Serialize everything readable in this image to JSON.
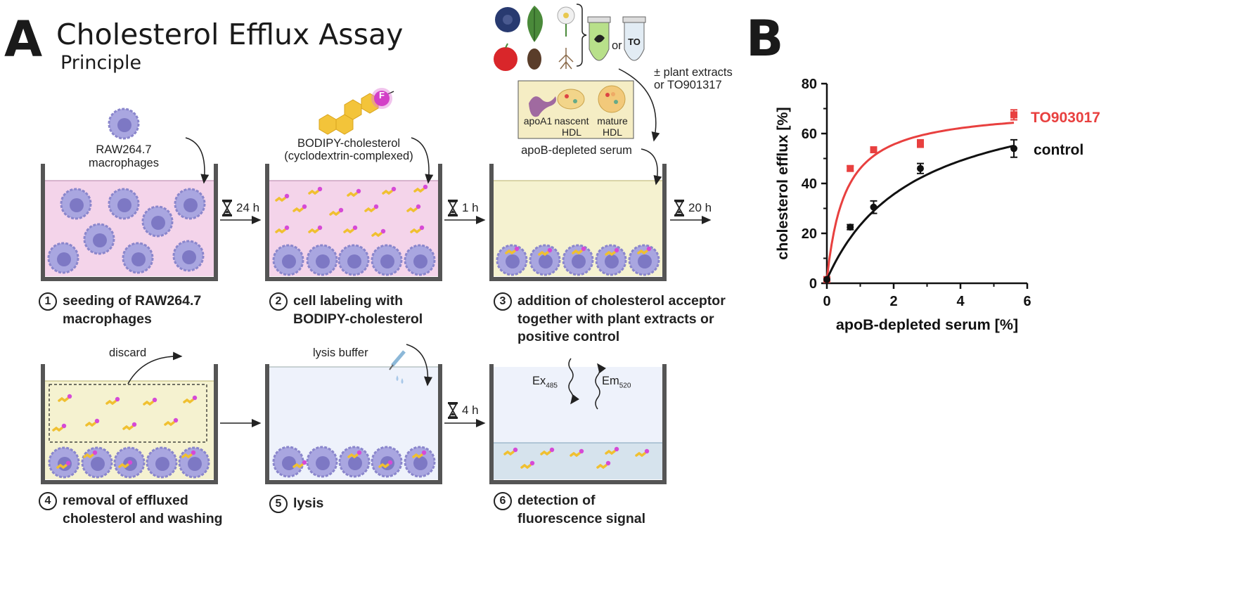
{
  "panelA": {
    "letter": "A",
    "title": "Cholesterol Efflux Assay",
    "subtitle": "Principle",
    "label_macrophages": "RAW264.7 macrophages",
    "label_bodipy_1": "BODIPY-cholesterol",
    "label_bodipy_2": "(cyclodextrin-complexed)",
    "label_serum": "apoB-depleted serum",
    "label_plant_1": "± plant extracts",
    "label_plant_2": "or TO901317",
    "label_or": "or",
    "tube_to": "TO",
    "badge_f": "F",
    "acceptor_apoa1": "apoA1",
    "acceptor_nascent_1": "nascent",
    "acceptor_nascent_2": "HDL",
    "acceptor_mature_1": "mature",
    "acceptor_mature_2": "HDL",
    "label_discard": "discard",
    "label_lysis_buffer": "lysis buffer",
    "ex": "Ex",
    "ex_sub": "485",
    "em": "Em",
    "em_sub": "520",
    "time_1": "24 h",
    "time_2": "1 h",
    "time_3": "20 h",
    "time_4": "4 h",
    "steps": [
      {
        "num": "1",
        "line1": "seeding of RAW264.7",
        "line2": "macrophages",
        "line3": ""
      },
      {
        "num": "2",
        "line1": "cell labeling with",
        "line2": "BODIPY-cholesterol",
        "line3": ""
      },
      {
        "num": "3",
        "line1": "addition of cholesterol acceptor",
        "line2": "together with plant extracts or",
        "line3": "positive control"
      },
      {
        "num": "4",
        "line1": "removal of effluxed",
        "line2": "cholesterol and washing",
        "line3": ""
      },
      {
        "num": "5",
        "line1": "lysis",
        "line2": "",
        "line3": ""
      },
      {
        "num": "6",
        "line1": "detection of",
        "line2": "fluorescence signal",
        "line3": ""
      }
    ]
  },
  "panelB": {
    "letter": "B"
  },
  "chart_data": {
    "type": "scatter",
    "xlabel": "apoB-depleted serum [%]",
    "ylabel": "cholesterol efflux [%]",
    "xlim": [
      0,
      6
    ],
    "ylim": [
      0,
      80
    ],
    "xticks": [
      "0",
      "2",
      "4",
      "6"
    ],
    "yticks": [
      "0",
      "20",
      "40",
      "60",
      "80"
    ],
    "legend_placement": "right, next to curves",
    "series": [
      {
        "name": "TO903017",
        "color": "#e8403f",
        "x": [
          0,
          0.7,
          1.4,
          2.8,
          5.6
        ],
        "y": [
          1.5,
          46,
          53.5,
          56,
          67.5
        ],
        "err": [
          0,
          1,
          1,
          1.5,
          2
        ]
      },
      {
        "name": "control",
        "color": "#111111",
        "x": [
          0,
          0.7,
          1.4,
          2.8,
          5.6
        ],
        "y": [
          1.5,
          22.5,
          30.5,
          46,
          54
        ],
        "err": [
          0,
          1,
          2.5,
          2,
          3.5
        ]
      }
    ]
  }
}
